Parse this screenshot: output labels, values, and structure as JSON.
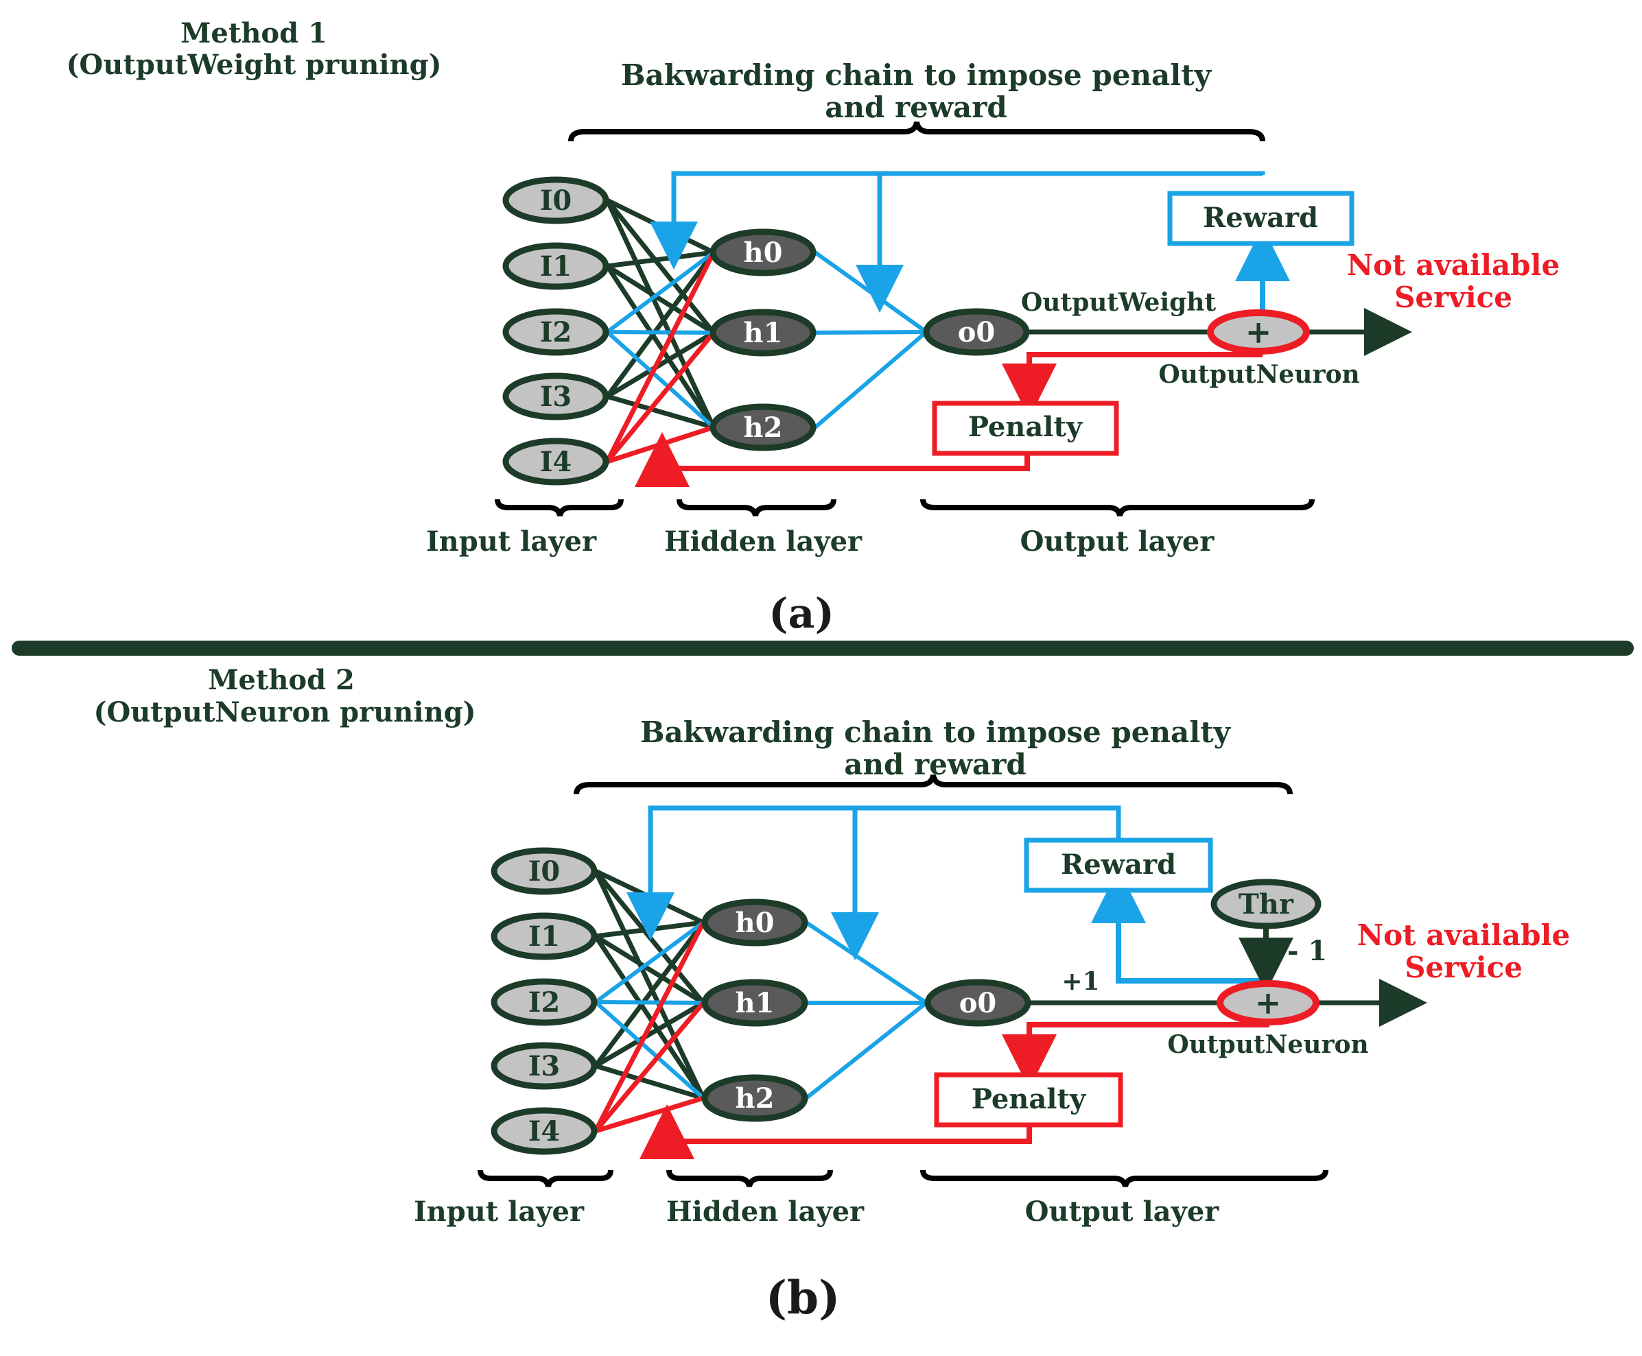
{
  "colors": {
    "dark_green": "#1c3b28",
    "blue": "#1aa3e6",
    "red": "#ee1c24",
    "light_node": "#c3c3c3",
    "dark_node": "#5a5a5a"
  },
  "panel_a": {
    "method_title": "Method 1",
    "method_subtitle": "(OutputWeight pruning)",
    "chain_line1": "Bakwarding chain to impose penalty",
    "chain_line2": "and reward",
    "reward_label": "Reward",
    "penalty_label": "Penalty",
    "output_weight_label": "OutputWeight",
    "output_neuron_label": "OutputNeuron",
    "not_available_line1": "Not available",
    "not_available_line2": "Service",
    "sum_symbol": "+",
    "input_nodes": [
      "I0",
      "I1",
      "I2",
      "I3",
      "I4"
    ],
    "hidden_nodes": [
      "h0",
      "h1",
      "h2"
    ],
    "output_node": "o0",
    "input_layer": "Input layer",
    "hidden_layer": "Hidden layer",
    "output_layer": "Output layer",
    "caption": "(a)"
  },
  "panel_b": {
    "method_title": "Method 2",
    "method_subtitle": "(OutputNeuron pruning)",
    "chain_line1": "Bakwarding chain to impose penalty",
    "chain_line2": "and reward",
    "reward_label": "Reward",
    "penalty_label": "Penalty",
    "threshold_label": "Thr",
    "minus_one": "- 1",
    "plus_one": "+1",
    "output_neuron_label": "OutputNeuron",
    "not_available_line1": "Not available",
    "not_available_line2": "Service",
    "sum_symbol": "+",
    "input_nodes": [
      "I0",
      "I1",
      "I2",
      "I3",
      "I4"
    ],
    "hidden_nodes": [
      "h0",
      "h1",
      "h2"
    ],
    "output_node": "o0",
    "input_layer": "Input layer",
    "hidden_layer": "Hidden layer",
    "output_layer": "Output layer",
    "caption": "(b)"
  }
}
